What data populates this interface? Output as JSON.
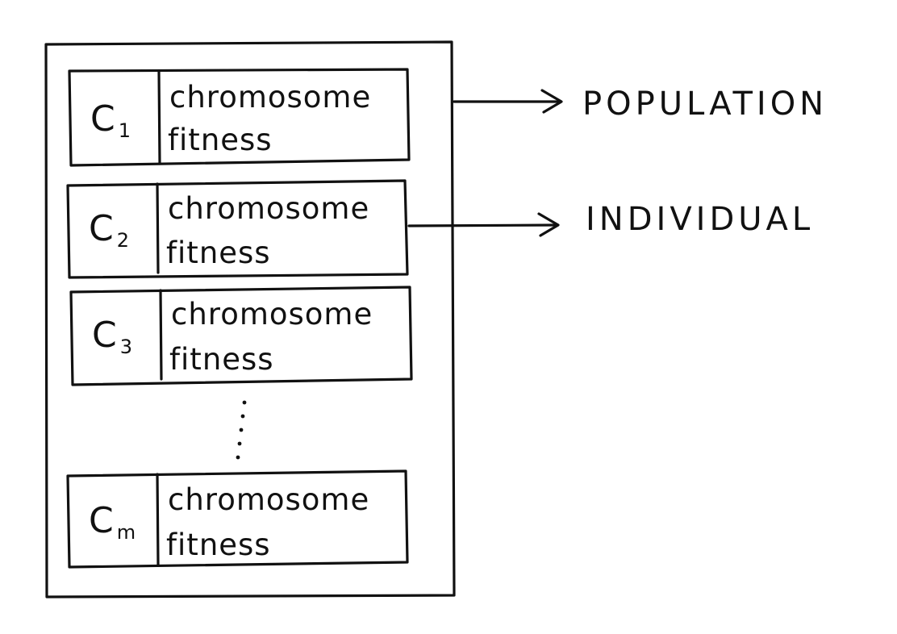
{
  "labels": {
    "population": "POPULATION",
    "individual": "INDIVIDUAL",
    "ellipsis": "⋮"
  },
  "individuals": [
    {
      "id": "C",
      "subscript": "1",
      "chromosome": "chromosome",
      "fitness": "fitness"
    },
    {
      "id": "C",
      "subscript": "2",
      "chromosome": "chromosome",
      "fitness": "fitness"
    },
    {
      "id": "C",
      "subscript": "3",
      "chromosome": "chromosome",
      "fitness": "fitness"
    },
    {
      "id": "C",
      "subscript": "m",
      "chromosome": "chromosome",
      "fitness": "fitness"
    }
  ],
  "colors": {
    "ink": "#111111",
    "background": "#ffffff"
  }
}
